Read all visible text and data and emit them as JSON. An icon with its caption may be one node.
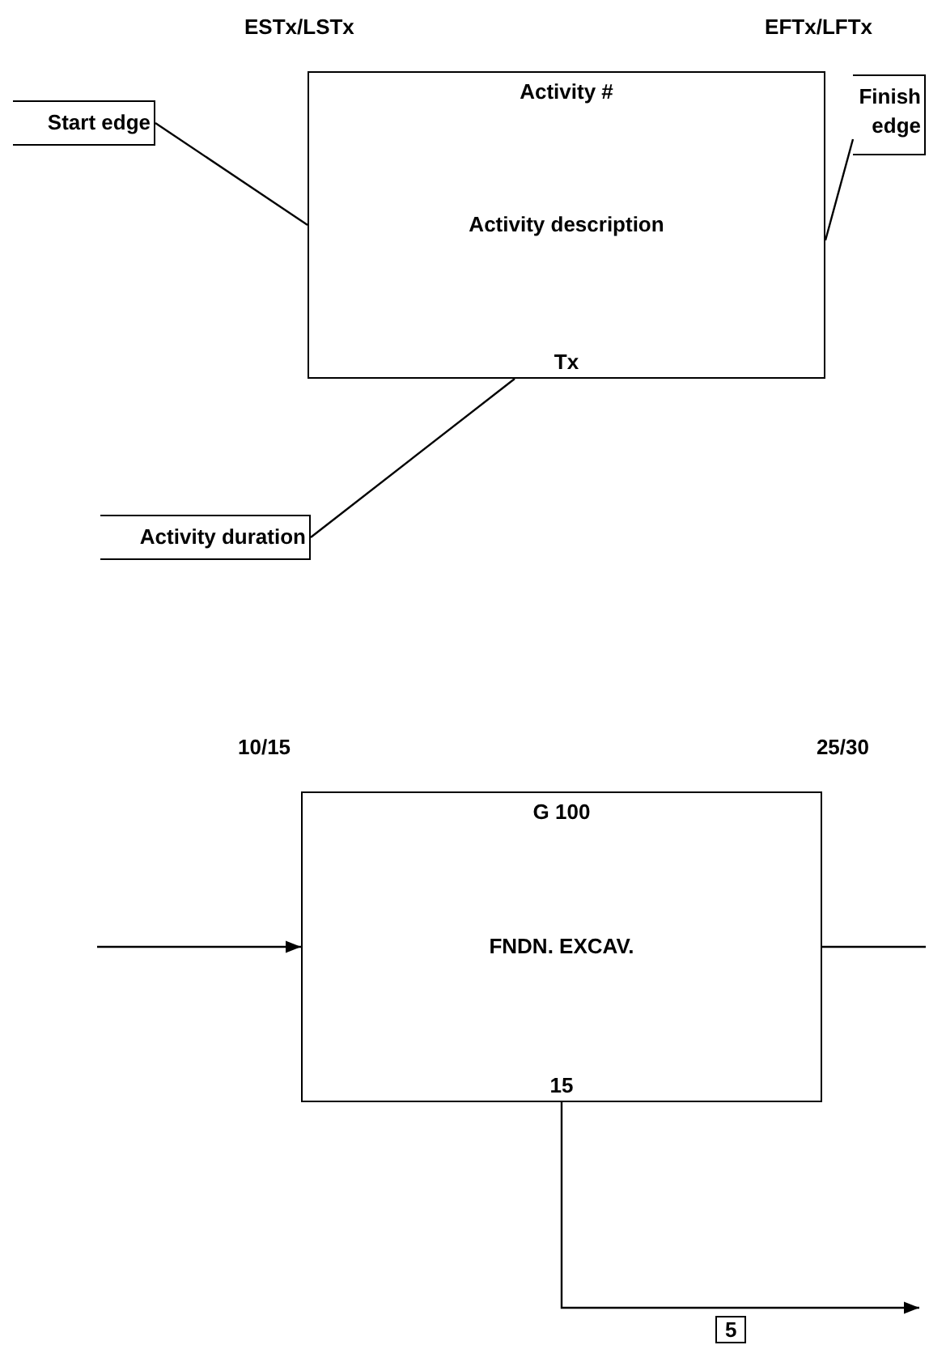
{
  "diagram": {
    "nodes": [
      {
        "text": [
          "Start edge"
        ]
      },
      {
        "text": [
          "Activity #",
          "Activity description",
          "Tx"
        ],
        "beside": [
          "ESTx/LSTx",
          "EFTx/LFTx"
        ]
      },
      {
        "text": [
          "Finish edge"
        ]
      },
      {
        "text": [
          "Activity duration"
        ]
      },
      {
        "text": [
          "G 100",
          "FNDN. EXCAV.",
          "15"
        ],
        "beside": [
          "10/15",
          "25/30"
        ]
      }
    ],
    "edges": [
      {
        "from": 0,
        "to": 1,
        "arrow": "none"
      },
      {
        "from": 2,
        "to": 1,
        "arrow": "none"
      },
      {
        "from": 3,
        "to": 1,
        "arrow": "none"
      },
      {
        "from": null,
        "to": 4,
        "arrow": "to"
      },
      {
        "from": 4,
        "to": null,
        "arrow": "none"
      },
      {
        "from": 4,
        "to": null,
        "arrow": "to",
        "label": "5"
      }
    ]
  }
}
